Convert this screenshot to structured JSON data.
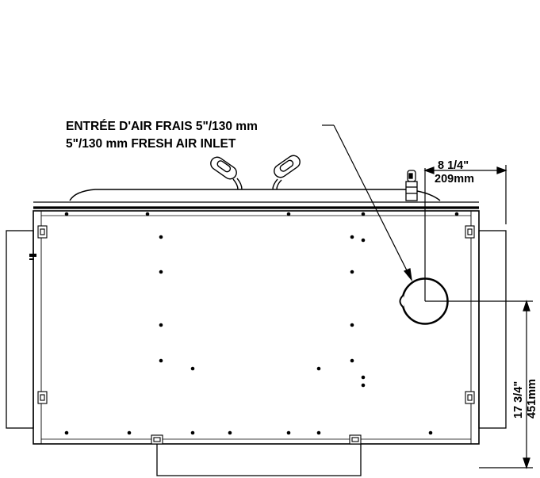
{
  "labels": {
    "inlet_fr": "ENTRÉE D'AIR FRAIS 5\"/130 mm",
    "inlet_en": "5\"/130 mm FRESH AIR INLET",
    "dim_h_imperial": "8  1/4\"",
    "dim_h_metric": "209mm",
    "dim_v_imperial": "17  3/4\"",
    "dim_v_metric": "451mm"
  },
  "colors": {
    "ink": "#000000",
    "paper": "#ffffff"
  }
}
